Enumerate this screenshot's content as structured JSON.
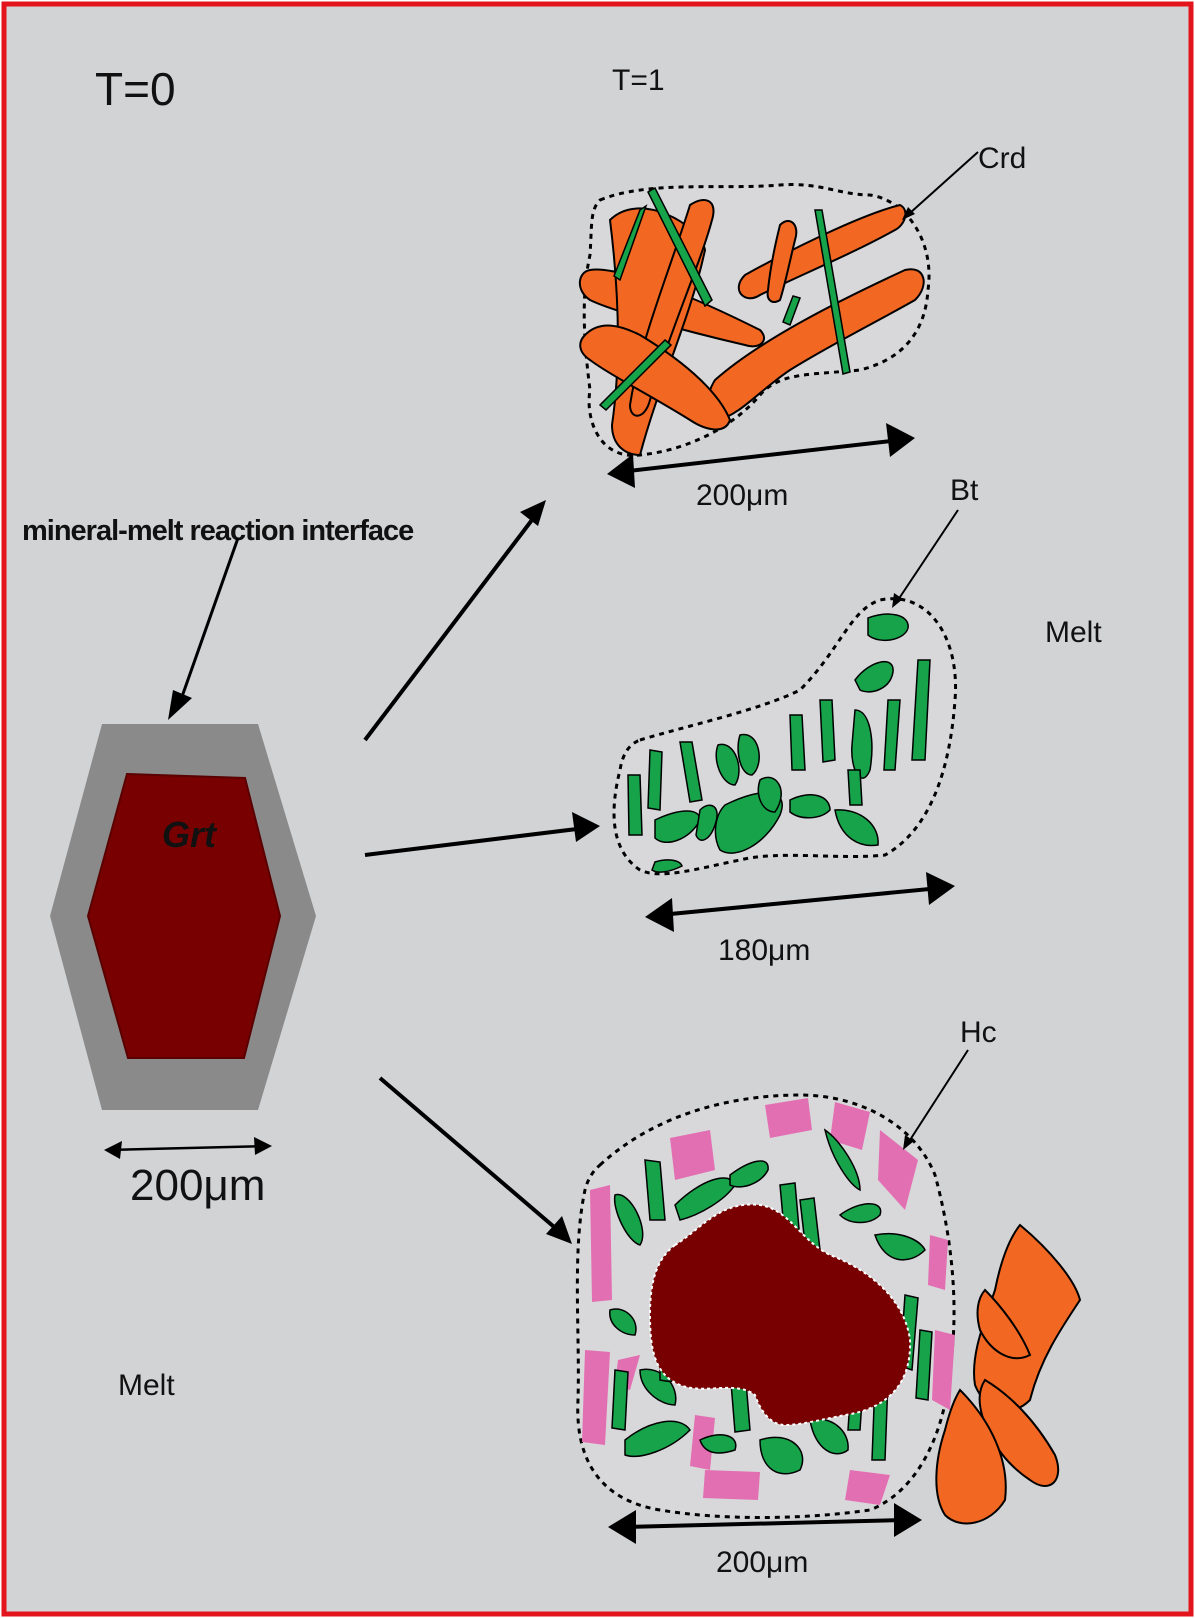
{
  "labels": {
    "t0": "T=0",
    "t1": "T=1",
    "interface": "mineral-melt reaction interface",
    "grt": "Grt",
    "crd": "Crd",
    "bt": "Bt",
    "hc": "Hc",
    "melt_left": "Melt",
    "melt_right": "Melt"
  },
  "scales": {
    "initial": "200μm",
    "crd": "200μm",
    "bt": "180μm",
    "hc": "200μm"
  },
  "colors": {
    "frame": "#e3141b",
    "background": "#d2d3d5",
    "garnet": "#780000",
    "reaction_rim": "#8a8a8a",
    "cordierite": "#f26822",
    "biotite": "#16a34a",
    "hercynite": "#e36fb3",
    "cluster_fill": "#e8e8e8"
  }
}
